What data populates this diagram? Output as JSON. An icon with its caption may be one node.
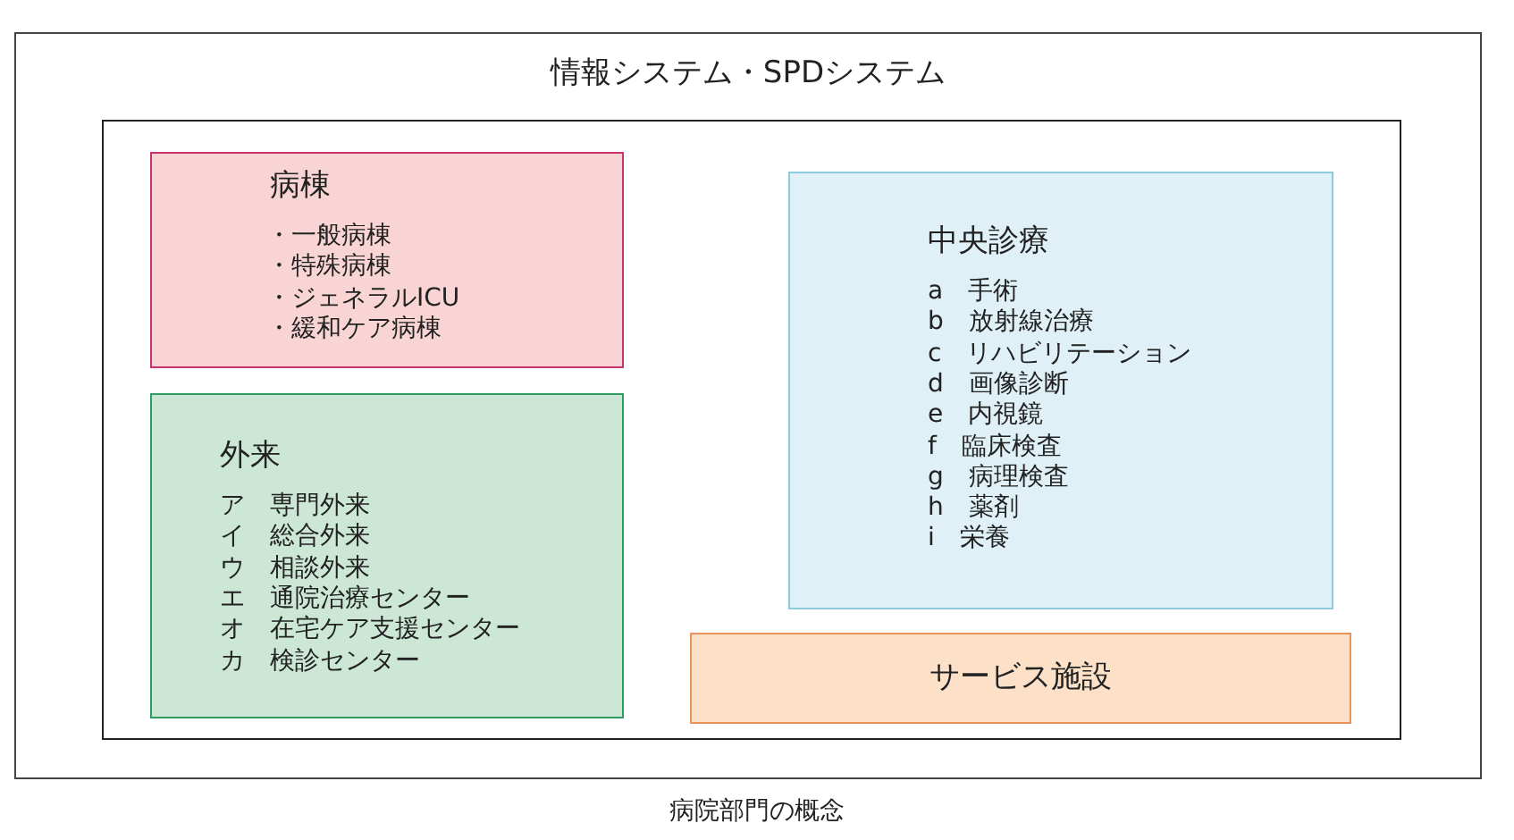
{
  "diagram": {
    "caption": "病院部門の概念",
    "nodes": [
      {
        "text": [
          "情報システム・SPDシステム"
        ]
      },
      {
        "text": [],
        "shape": "box",
        "in": 0
      },
      {
        "text": [
          "病棟",
          "・一般病棟",
          "・特殊病棟",
          "・ジェネラルICU",
          "・緩和ケア病棟"
        ],
        "in": 1
      },
      {
        "text": [
          "外来",
          "ア　専門外来",
          "イ　総合外来",
          "ウ　相談外来",
          "エ　通院治療センター",
          "オ　在宅ケア支援センター",
          "カ　検診センター"
        ],
        "in": 1
      },
      {
        "text": [
          "中央診療",
          "a　手術",
          "b　放射線治療",
          "c　リハビリテーション",
          "d　画像診断",
          "e　内視鏡",
          "f　臨床検査",
          "g　病理検査",
          "h　薬剤",
          "i　栄養"
        ],
        "in": 1
      },
      {
        "text": [
          "サービス施設"
        ],
        "in": 1
      }
    ]
  }
}
